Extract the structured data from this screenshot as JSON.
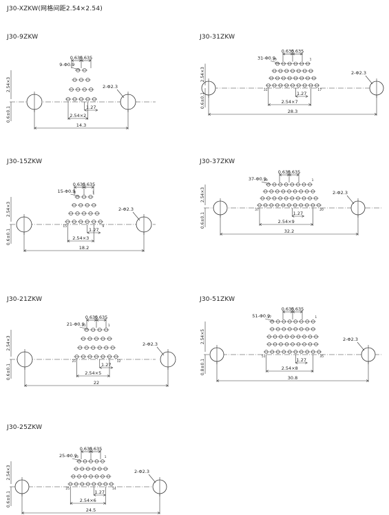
{
  "header": {
    "title": "J30-XZKW(网格间距2.54×2.54)"
  },
  "panels": [
    {
      "id": "9",
      "label": "J30-9ZKW",
      "pins": 9,
      "n": 4,
      "dims": {
        "pitch": "0.635",
        "pitch_r": "0.635",
        "pin_hole": "9-Φ0.9",
        "mount_hole": "2-Φ2.3",
        "row_height": "2.54×3",
        "offset": "0.6±0.1",
        "span": "2.54×2",
        "half": "1.27",
        "overall": "14.3"
      },
      "pin_numbers": []
    },
    {
      "id": "31",
      "label": "J30-31ZKW",
      "pins": 31,
      "n": 8,
      "dims": {
        "pitch": "0.635",
        "pitch_r": "0.635",
        "pin_hole": "31-Φ0.9",
        "mount_hole": "2-Φ2.3",
        "row_height": "2.54×3",
        "offset": "0.6±0.1",
        "span": "2.54×7",
        "half": "1.27",
        "overall": "28.3"
      },
      "pin_numbers": [
        "16",
        "1",
        "31",
        "17"
      ]
    },
    {
      "id": "15",
      "label": "J30-15ZKW",
      "pins": 15,
      "n": 5,
      "dims": {
        "pitch": "0.635",
        "pitch_r": "0.635",
        "pin_hole": "15-Φ0.9",
        "mount_hole": "2-Φ2.3",
        "row_height": "2.54×3",
        "offset": "0.6±0.1",
        "span": "2.54×3",
        "half": "1.27",
        "overall": "18.2"
      },
      "pin_numbers": [
        "8",
        "1",
        "15",
        "9"
      ]
    },
    {
      "id": "37",
      "label": "J30-37ZKW",
      "pins": 37,
      "n": 10,
      "dims": {
        "pitch": "0.635",
        "pitch_r": "0.635",
        "pin_hole": "37-Φ0.9",
        "mount_hole": "2-Φ2.3",
        "row_height": "2.54×3",
        "offset": "0.6±0.1",
        "span": "2.54×9",
        "half": "1.27",
        "overall": "32.2"
      },
      "pin_numbers": [
        "19",
        "1",
        "37",
        "20"
      ]
    },
    {
      "id": "21",
      "label": "J30-21ZKW",
      "pins": 21,
      "n": 6,
      "dims": {
        "pitch": "0.635",
        "pitch_r": "0.635",
        "pin_hole": "21-Φ0.9",
        "mount_hole": "2-Φ2.3",
        "row_height": "2.54×3",
        "offset": "0.6±0.1",
        "span": "2.54×5",
        "half": "1.27",
        "overall": "22"
      },
      "pin_numbers": [
        "11",
        "1",
        "21",
        "12"
      ]
    },
    {
      "id": "51",
      "label": "J30-51ZKW",
      "pins": 51,
      "n": 9,
      "dims": {
        "pitch": "0.635",
        "pitch_r": "0.635",
        "pin_hole": "51-Φ0.9",
        "mount_hole": "2-Φ2.3",
        "row_height": "2.54×5",
        "offset": "0.8±0.1",
        "span": "2.54×8",
        "half": "1.27",
        "overall": "30.8"
      },
      "pin_numbers": [
        "17",
        "1",
        "51",
        "35"
      ]
    },
    {
      "id": "25",
      "label": "J30-25ZKW",
      "pins": 25,
      "n": 7,
      "dims": {
        "pitch": "0.635",
        "pitch_r": "0.635",
        "pin_hole": "25-Φ0.9",
        "mount_hole": "2-Φ2.3",
        "row_height": "2.54×3",
        "offset": "0.6±0.1",
        "span": "2.54×6",
        "half": "1.27",
        "overall": "24.5"
      },
      "pin_numbers": [
        "13",
        "1",
        "25",
        "14"
      ]
    }
  ]
}
